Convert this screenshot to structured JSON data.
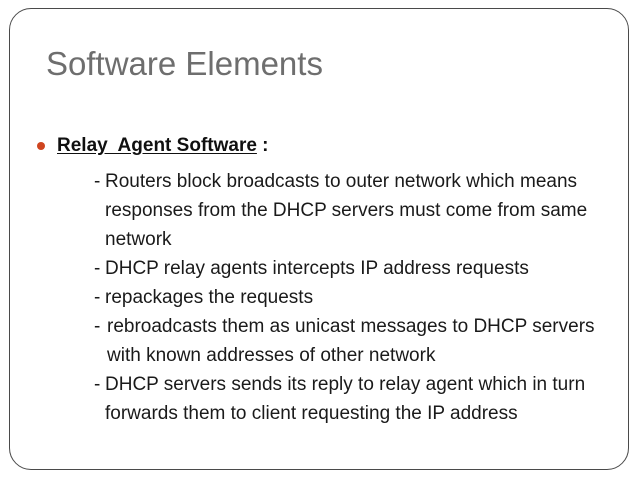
{
  "slide": {
    "title": "Software Elements",
    "accent_color": "#cf4520",
    "title_color": "#6e6e6e",
    "border_color": "#4a4a4a",
    "background_color": "#ffffff",
    "text_color": "#1a1a1a"
  },
  "bullet": {
    "heading_underlined": "Relay  Agent Software",
    "heading_suffix": " :",
    "dash": "-"
  },
  "sub_items": [
    {
      "line1": "Routers block broadcasts to outer network which means",
      "line2": "responses from the DHCP servers must come from same",
      "line3": "network"
    },
    {
      "line1": "DHCP relay agents intercepts IP address requests"
    },
    {
      "line1": "repackages the requests"
    },
    {
      "line1": "rebroadcasts them as unicast messages to DHCP servers",
      "line2": "with known addresses of other network"
    },
    {
      "line1": "DHCP servers sends its reply to relay agent which in turn",
      "line2": "forwards them to client requesting the IP address"
    }
  ]
}
